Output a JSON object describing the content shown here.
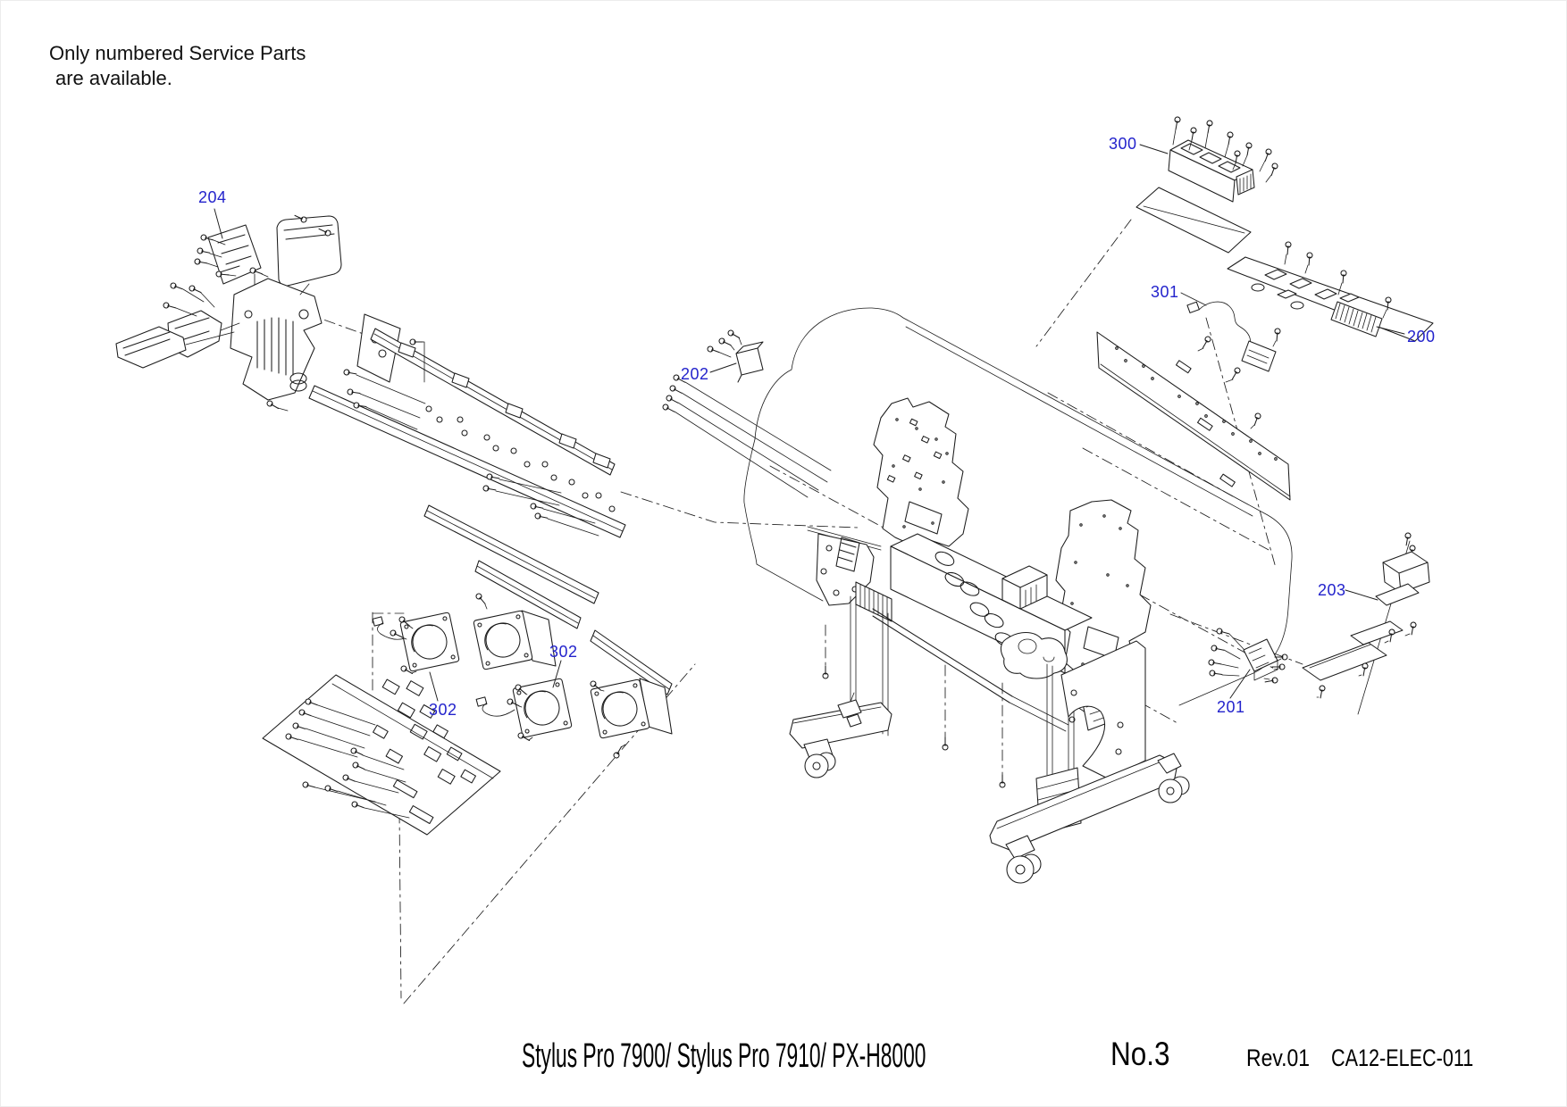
{
  "header": {
    "line1": "Only numbered Service Parts",
    "line2": "are available."
  },
  "footer": {
    "models": "Stylus Pro 7900/ Stylus Pro 7910/ PX-H8000",
    "sheet_no": "No.3",
    "revision": "Rev.01",
    "document_code": "CA12-ELEC-011"
  },
  "callouts": {
    "c204": "204",
    "c300": "300",
    "c301": "301",
    "c200": "200",
    "c202": "202",
    "c203": "203",
    "c201": "201",
    "c302_upper": "302",
    "c302_lower": "302"
  },
  "diagram": {
    "type": "exploded-parts-diagram",
    "subject": "large-format printer electronics",
    "part_numbers": [
      "200",
      "201",
      "202",
      "203",
      "204",
      "300",
      "301",
      "302"
    ],
    "callout_color": "#2323cc",
    "line_color": "#1c1c1c"
  }
}
